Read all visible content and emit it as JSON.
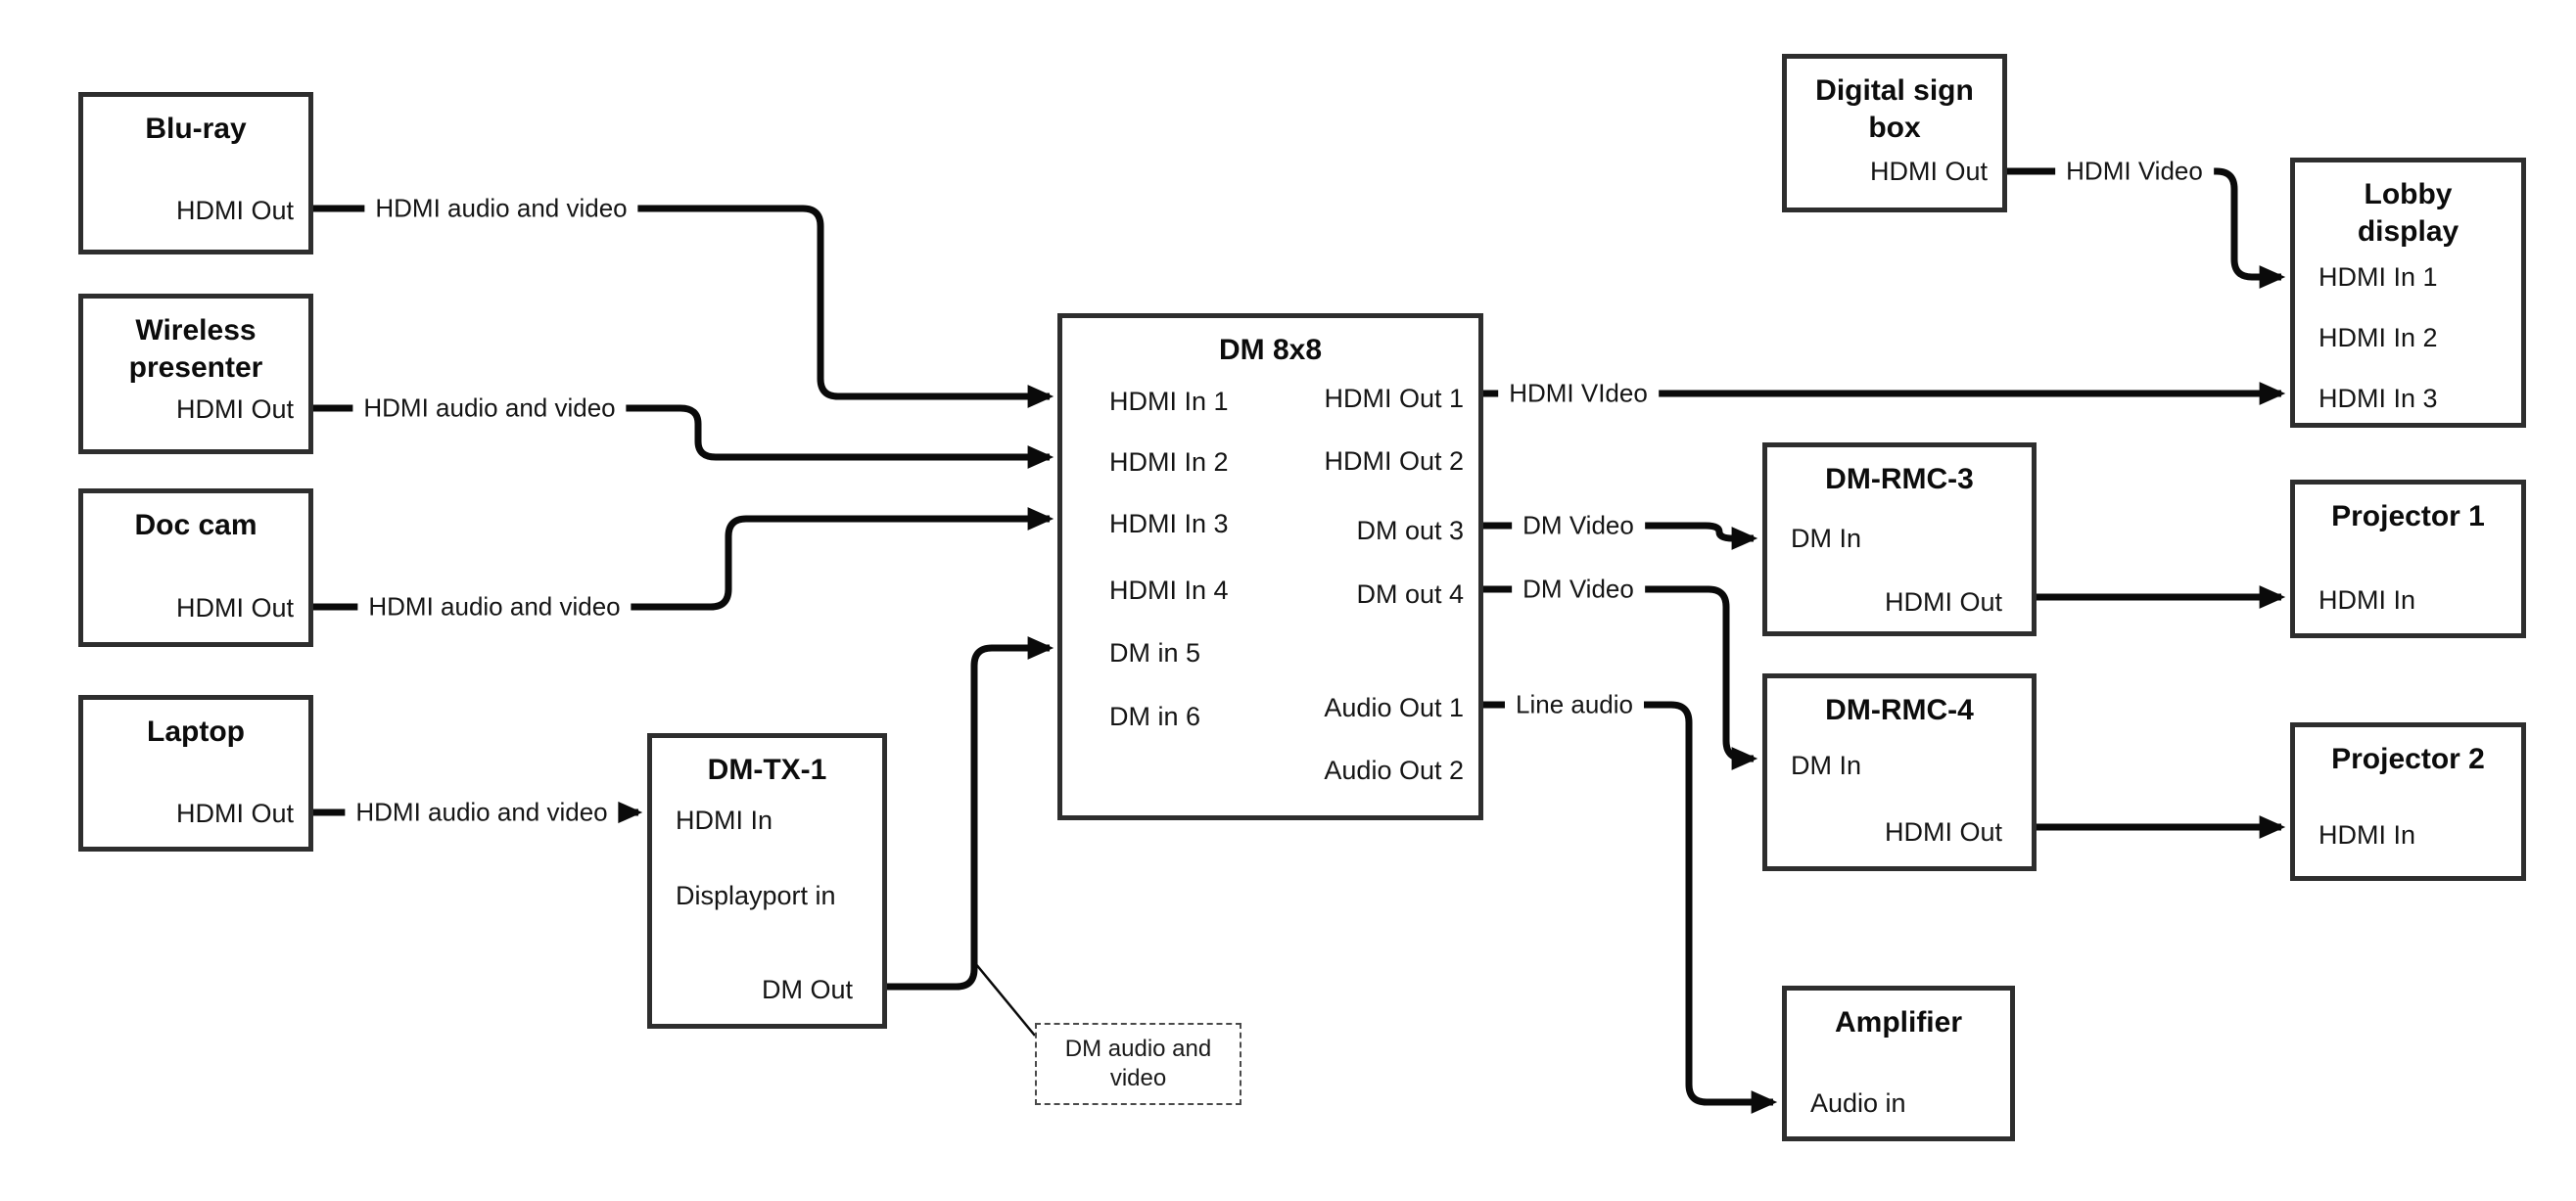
{
  "colors": {
    "background": "#ffffff",
    "connector_line": "#0a0a0a",
    "box_border": "#2e2e2e",
    "text": "#111111"
  },
  "nodes": {
    "bluray": {
      "title": "Blu-ray",
      "port_hdmi_out": "HDMI Out"
    },
    "wireless": {
      "title_lines": [
        "Wireless",
        "presenter"
      ],
      "port_hdmi_out": "HDMI Out"
    },
    "doccam": {
      "title": "Doc cam",
      "port_hdmi_out": "HDMI Out"
    },
    "laptop": {
      "title": "Laptop",
      "port_hdmi_out": "HDMI Out"
    },
    "dmtx1": {
      "title": "DM-TX-1",
      "port_hdmi_in": "HDMI In",
      "port_displayport_in": "Displayport in",
      "port_dm_out": "DM Out"
    },
    "dm8x8": {
      "title": "DM 8x8",
      "inputs": [
        "HDMI In 1",
        "HDMI In 2",
        "HDMI In 3",
        "HDMI In 4",
        "DM in 5",
        "DM in 6"
      ],
      "outputs": [
        "HDMI Out 1",
        "HDMI Out 2",
        "DM out 3",
        "DM out 4",
        "Audio Out 1",
        "Audio Out 2"
      ]
    },
    "digitalsign": {
      "title_lines": [
        "Digital sign",
        "box"
      ],
      "port_hdmi_out": "HDMI Out"
    },
    "lobby": {
      "title_lines": [
        "Lobby",
        "display"
      ],
      "inputs": [
        "HDMI In 1",
        "HDMI In 2",
        "HDMI In 3"
      ]
    },
    "dmrmc3": {
      "title": "DM-RMC-3",
      "port_dm_in": "DM In",
      "port_hdmi_out": "HDMI Out"
    },
    "proj1": {
      "title": "Projector 1",
      "port_hdmi_in": "HDMI In"
    },
    "dmrmc4": {
      "title": "DM-RMC-4",
      "port_dm_in": "DM In",
      "port_hdmi_out": "HDMI Out"
    },
    "proj2": {
      "title": "Projector 2",
      "port_hdmi_in": "HDMI In"
    },
    "amplifier": {
      "title": "Amplifier",
      "port_audio_in": "Audio in"
    }
  },
  "connection_labels": {
    "bluray_to_dm8x8": "HDMI audio and video",
    "wireless_to_dm8x8": "HDMI audio and video",
    "doccam_to_dm8x8": "HDMI audio and video",
    "laptop_to_dmtx1": "HDMI audio and video",
    "hdmiout1_to_lobby": "HDMI VIdeo",
    "dmout3_to_dmrmc3": "DM Video",
    "dmout4_to_dmrmc4": "DM Video",
    "audioout1_to_amplifier": "Line audio",
    "digitalsign_to_lobby": "HDMI Video"
  },
  "note": {
    "lines": [
      "DM audio and",
      "video"
    ]
  }
}
